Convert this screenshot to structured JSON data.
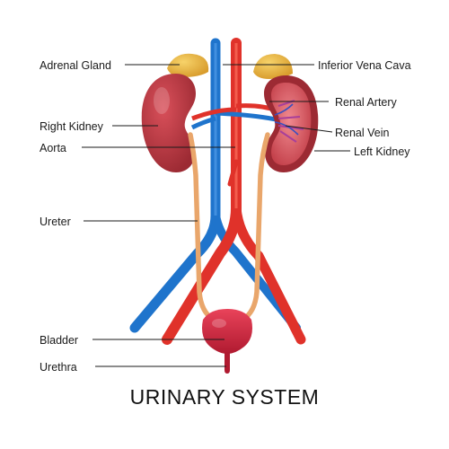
{
  "title": "URINARY SYSTEM",
  "labels": {
    "adrenal_gland": "Adrenal Gland",
    "right_kidney": "Right Kidney",
    "aorta": "Aorta",
    "ureter": "Ureter",
    "bladder": "Bladder",
    "urethra": "Urethra",
    "inferior_vena_cava": "Inferior Vena Cava",
    "renal_artery": "Renal Artery",
    "renal_vein": "Renal Vein",
    "left_kidney": "Left Kidney"
  },
  "colors": {
    "artery": "#e0322a",
    "vein": "#1f74cc",
    "kidney": "#bf3a42",
    "kidney_inner": "#e8646e",
    "adrenal": "#e8b844",
    "ureter": "#e9a66b",
    "bladder": "#d2263e"
  }
}
